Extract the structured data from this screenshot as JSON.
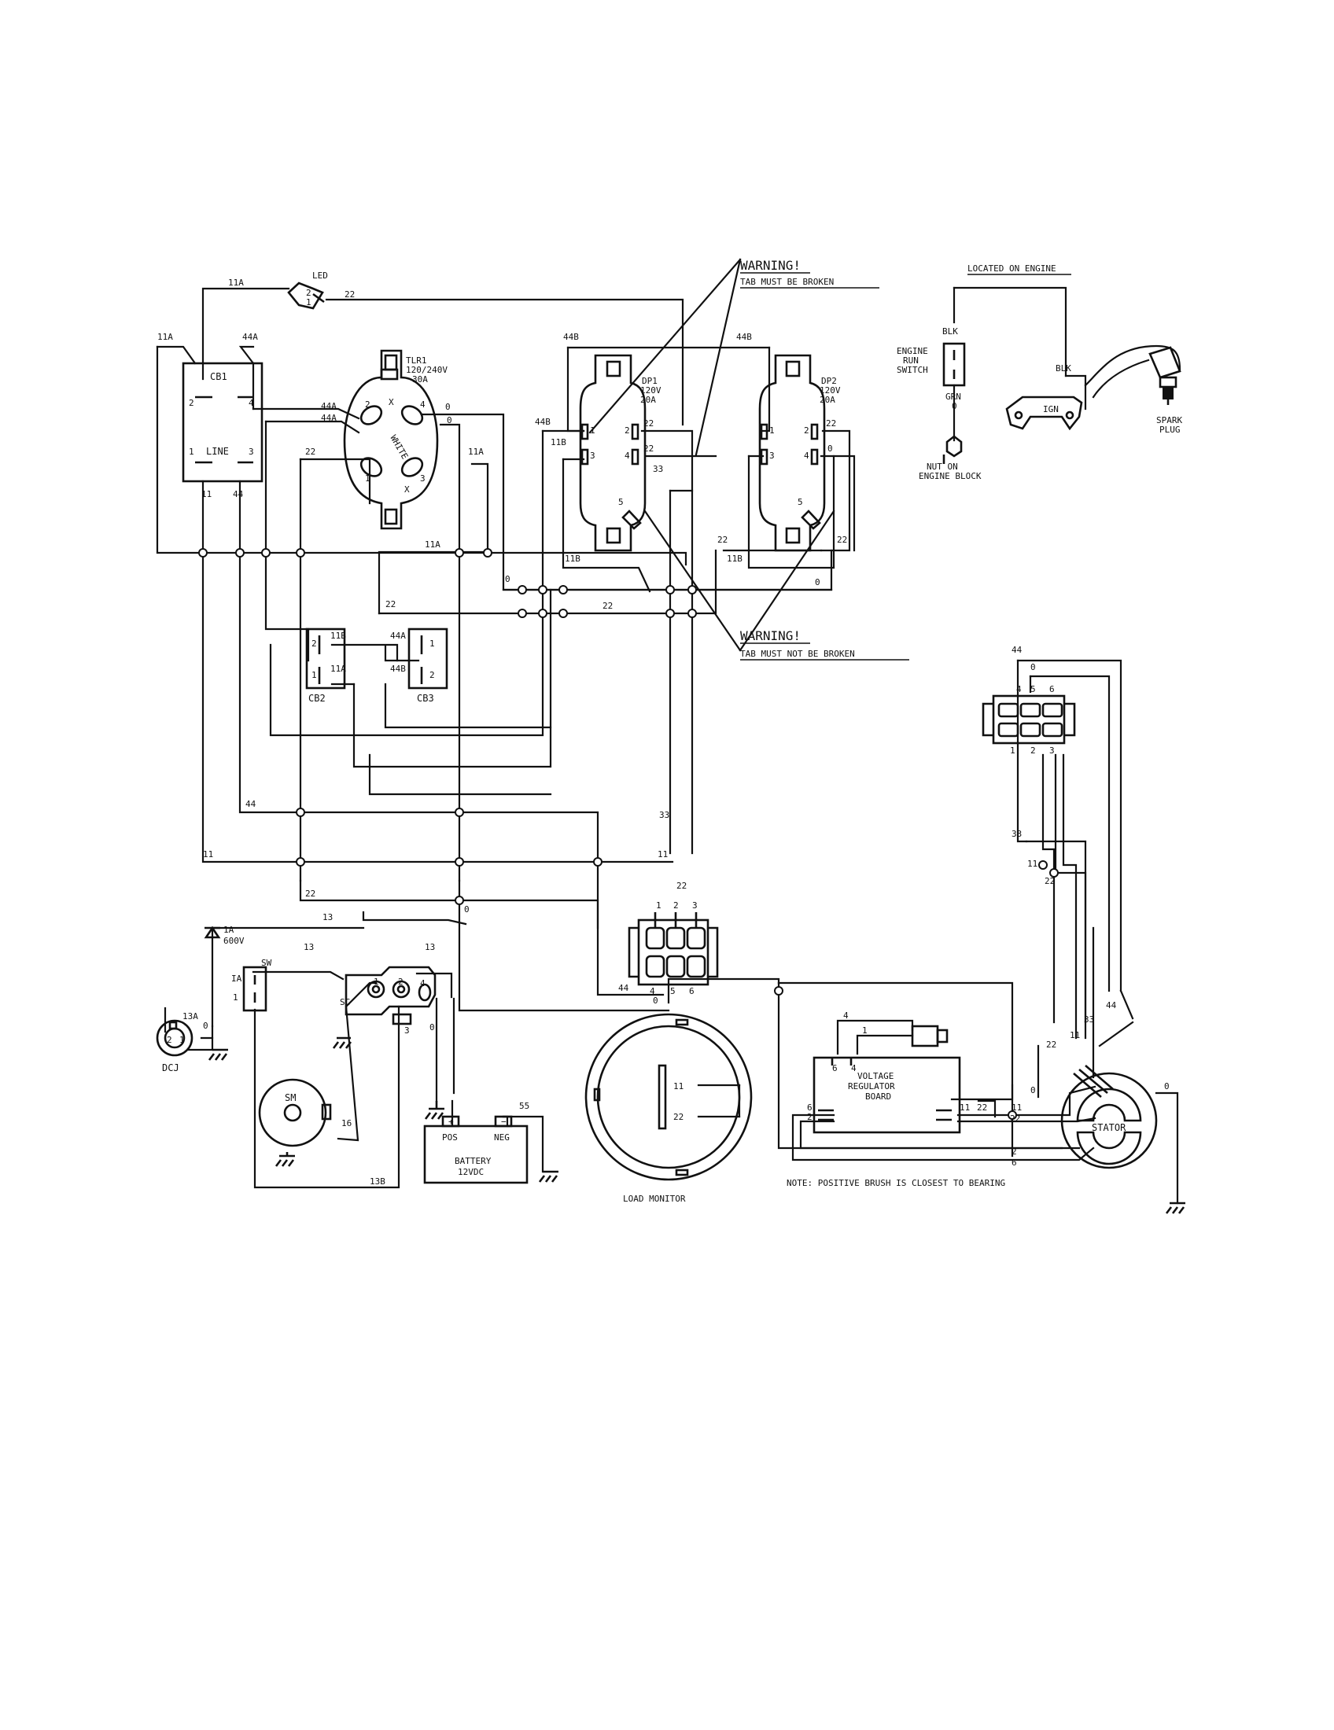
{
  "warnings": {
    "top": {
      "line1": "WARNING!",
      "line2": "TAB MUST BE BROKEN"
    },
    "bottom": {
      "line1": "WARNING!",
      "line2": "TAB MUST NOT BE BROKEN"
    }
  },
  "engine": {
    "located": "LOCATED ON ENGINE",
    "blk1": "BLK",
    "blk2": "BLK",
    "switch1": "ENGINE",
    "switch2": "RUN",
    "switch3": "SWITCH",
    "grn": "GRN",
    "zero": "0",
    "nut1": "NUT ON",
    "nut2": "ENGINE BLOCK",
    "ign": "IGN",
    "spark1": "SPARK",
    "spark2": "PLUG"
  },
  "components": {
    "led": "LED",
    "cb1": "CB1",
    "line": "LINE",
    "tlr1_1": "TLR1",
    "tlr1_2": "120/240V",
    "tlr1_3": "30A",
    "white": "WHITE",
    "dp1_1": "DP1",
    "dp1_2": "120V",
    "dp1_3": "20A",
    "dp2_1": "DP2",
    "dp2_2": "120V",
    "dp2_3": "20A",
    "cb2": "CB2",
    "cb3": "CB3",
    "diode1": "1A",
    "diode2": "600V",
    "sw": "SW",
    "sc": "SC",
    "sm": "SM",
    "dcj": "DCJ",
    "pos": "POS",
    "neg": "NEG",
    "battery1": "BATTERY",
    "battery2": "12VDC",
    "load_monitor": "LOAD MONITOR",
    "vr1": "VOLTAGE",
    "vr2": "REGULATOR",
    "vr3": "BOARD",
    "stator": "STATOR",
    "note": "NOTE: POSITIVE BRUSH IS CLOSEST TO BEARING"
  },
  "wires": {
    "w11A": "11A",
    "w22": "22",
    "w44A": "44A",
    "w11": "11",
    "w44": "44",
    "w0": "0",
    "w44B": "44B",
    "w11B": "11B",
    "w33": "33",
    "w13": "13",
    "w13A": "13A",
    "w13B": "13B",
    "w16": "16",
    "w55": "55",
    "w4": "4",
    "w1": "1",
    "w2": "2",
    "w6": "6",
    "wIA": "IA"
  },
  "pins": {
    "p1": "1",
    "p2": "2",
    "p3": "3",
    "p4": "4",
    "p5": "5",
    "p6": "6",
    "plus": "+",
    "minus": "−",
    "x": "X"
  }
}
